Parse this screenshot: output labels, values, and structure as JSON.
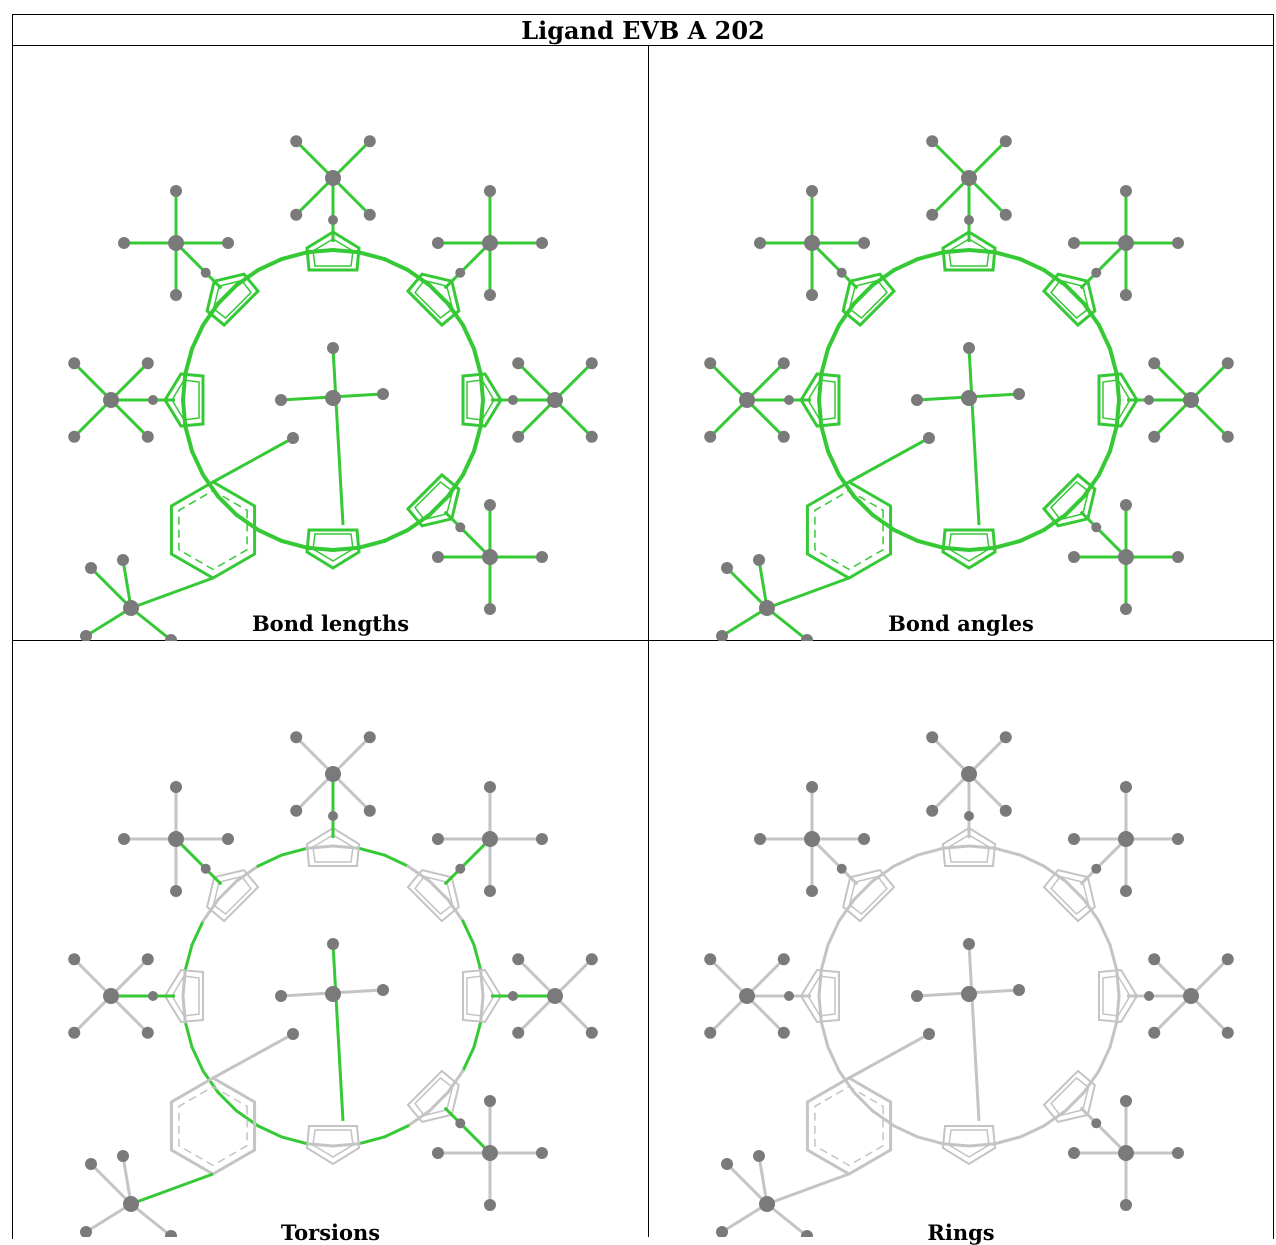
{
  "title": "Ligand EVB A 202",
  "panels": [
    {
      "caption": "Bond lengths",
      "ring": "green",
      "bonds": "green"
    },
    {
      "caption": "Bond angles",
      "ring": "green",
      "bonds": "green"
    },
    {
      "caption": "Torsions",
      "ring": "mixed",
      "bonds": "mixed"
    },
    {
      "caption": "Rings",
      "ring": "grey",
      "bonds": "grey"
    }
  ],
  "colors": {
    "highlight": "#36c936",
    "neutral": "#c4c4c4",
    "atom": "#7a7a7a",
    "border": "#000000"
  }
}
